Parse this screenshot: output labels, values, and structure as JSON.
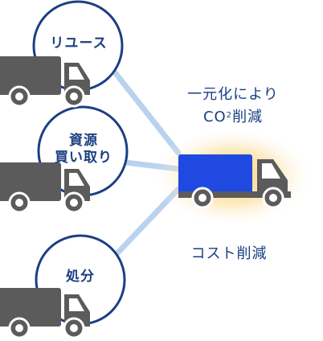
{
  "colors": {
    "circle_stroke": "#1b3f82",
    "connector": "#b9d3ee",
    "truck_gray": "#5b5b5b",
    "truck_blue": "#1f49e0",
    "glow": "#f5c04a"
  },
  "sources": [
    {
      "label_lines": [
        "リユース"
      ],
      "icon": "truck-icon"
    },
    {
      "label_lines": [
        "資源",
        "買い取り"
      ],
      "icon": "truck-icon"
    },
    {
      "label_lines": [
        "処分"
      ],
      "icon": "truck-icon"
    }
  ],
  "benefits": {
    "co2_line1": "一元化により",
    "co2_prefix": "CO",
    "co2_sup": "2",
    "co2_suffix": "削減",
    "cost": "コスト削減"
  },
  "central_icon": "consolidated-truck-icon"
}
